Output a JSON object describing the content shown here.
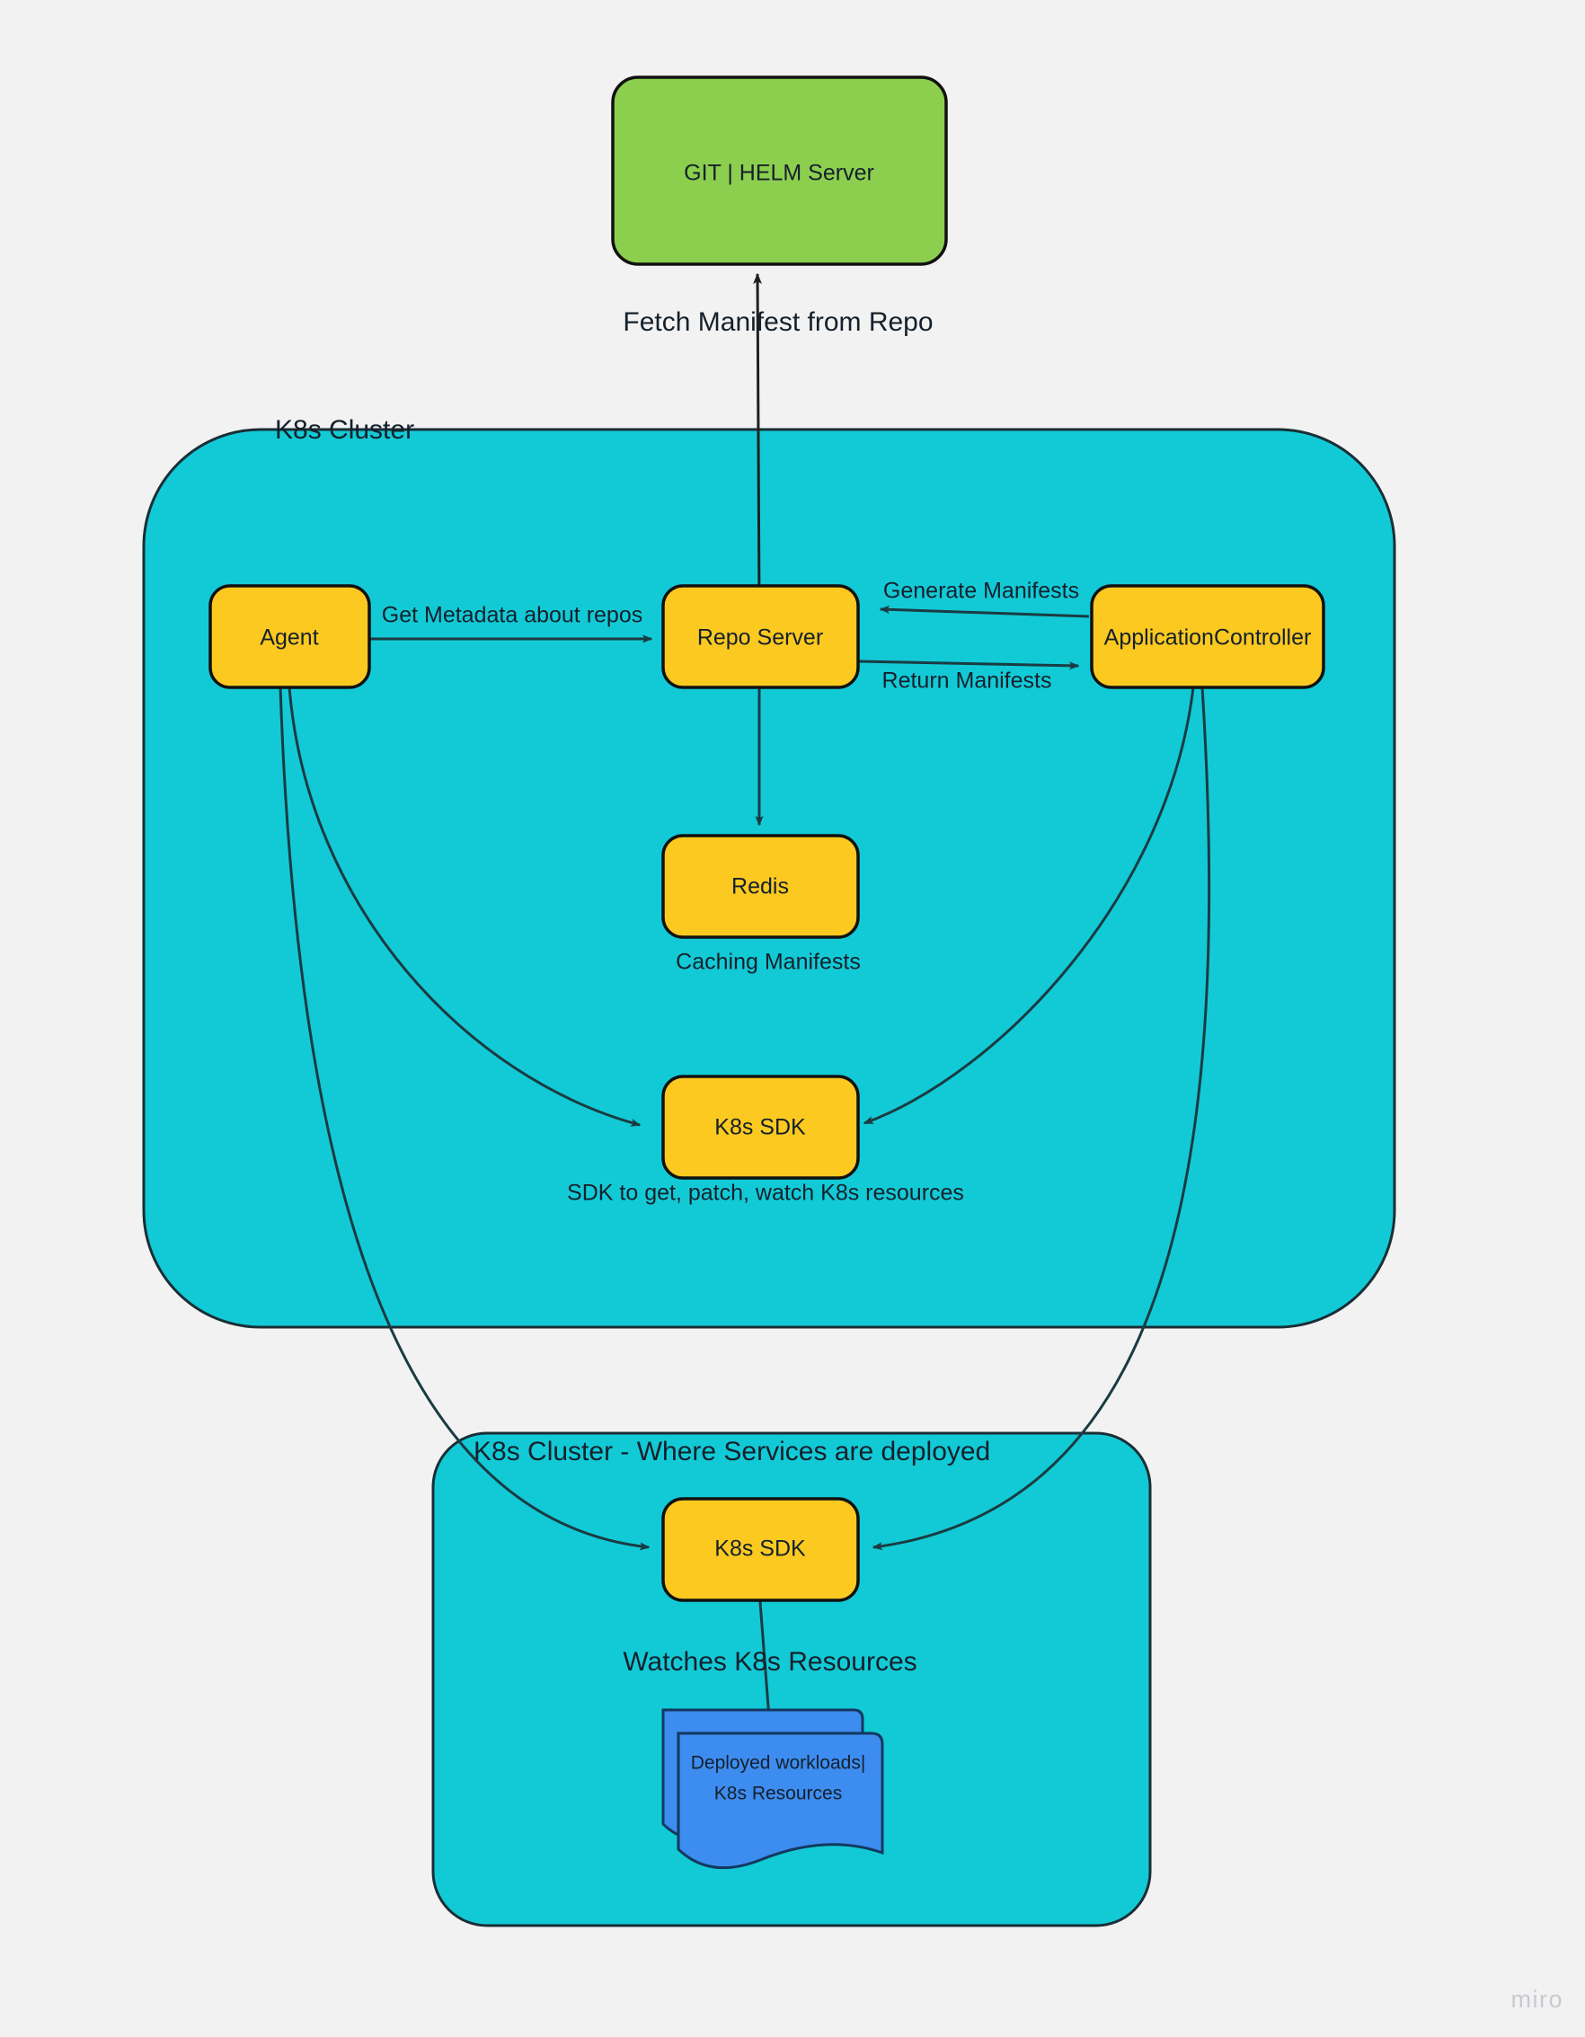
{
  "canvas": {
    "background": "#f2f2f2",
    "watermark": "miro"
  },
  "palette": {
    "cluster_fill": "#12CAD6",
    "node_fill": "#FBC920",
    "repo_fill": "#8CCF4F",
    "document_fill": "#3D8CF0",
    "edge_stroke": "#1a3b42",
    "text": "#15202b"
  },
  "clusters": [
    {
      "id": "k8s-cluster-main",
      "title": "K8s Cluster"
    },
    {
      "id": "k8s-cluster-deploy",
      "title": "K8s Cluster - Where Services are deployed"
    }
  ],
  "nodes": {
    "git_helm_server": {
      "label": "GIT | HELM Server"
    },
    "agent": {
      "label": "Agent"
    },
    "repo_server": {
      "label": "Repo Server"
    },
    "application_controller": {
      "label": "ApplicationController"
    },
    "redis": {
      "label": "Redis"
    },
    "k8s_sdk_main": {
      "label": "K8s SDK"
    },
    "k8s_sdk_deploy": {
      "label": "K8s SDK"
    },
    "deployed_workloads": {
      "label_line1": "Deployed workloads|",
      "label_line2": "K8s Resources"
    }
  },
  "captions": {
    "redis_caption": "Caching Manifests",
    "k8s_sdk_caption": "SDK to get, patch, watch K8s resources"
  },
  "edges": [
    {
      "id": "fetch-manifest",
      "label": "Fetch Manifest from Repo",
      "from": "repo_server",
      "to": "git_helm_server"
    },
    {
      "id": "get-metadata",
      "label": "Get Metadata about repos",
      "from": "agent",
      "to": "repo_server"
    },
    {
      "id": "generate-manifests",
      "label": "Generate Manifests",
      "from": "application_controller",
      "to": "repo_server"
    },
    {
      "id": "return-manifests",
      "label": "Return Manifests",
      "from": "repo_server",
      "to": "application_controller"
    },
    {
      "id": "repo-to-redis",
      "label": "",
      "from": "repo_server",
      "to": "redis"
    },
    {
      "id": "agent-to-sdk-main",
      "label": "",
      "from": "agent",
      "to": "k8s_sdk_main"
    },
    {
      "id": "controller-to-sdk-main",
      "label": "",
      "from": "application_controller",
      "to": "k8s_sdk_main"
    },
    {
      "id": "agent-to-sdk-deploy",
      "label": "",
      "from": "agent",
      "to": "k8s_sdk_deploy"
    },
    {
      "id": "controller-to-sdk-deploy",
      "label": "",
      "from": "application_controller",
      "to": "k8s_sdk_deploy"
    },
    {
      "id": "watches-resources",
      "label": "Watches K8s Resources",
      "from": "k8s_sdk_deploy",
      "to": "deployed_workloads"
    }
  ]
}
